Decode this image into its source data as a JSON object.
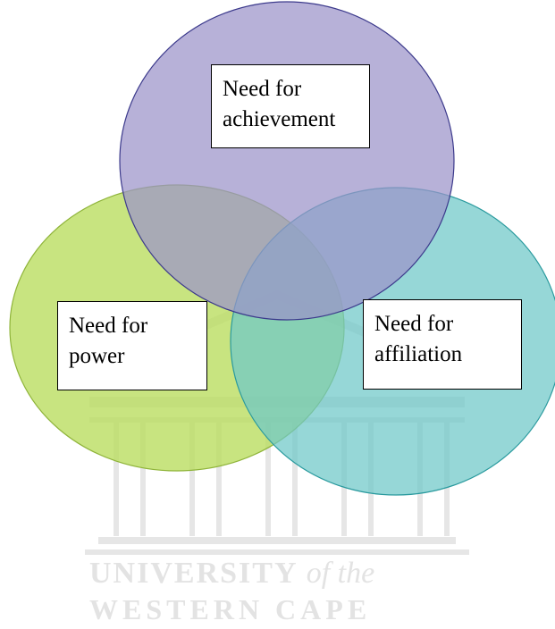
{
  "colors": {
    "achievement_fill": "#9b93c9",
    "achievement_stroke": "#3c3a8c",
    "power_fill": "#b9dc5c",
    "power_stroke": "#8fb43a",
    "affiliation_fill": "#6ec8c8",
    "affiliation_stroke": "#2a9a9e",
    "watermark": "#e3e3e3"
  },
  "circles": {
    "achievement": {
      "line1": "Need for",
      "line2": "achievement"
    },
    "power": {
      "line1": "Need for",
      "line2": "power"
    },
    "affiliation": {
      "line1": "Need for",
      "line2": "affiliation"
    }
  },
  "watermark": {
    "university": "UNIVERSITY",
    "of_the": "of the",
    "western_cape": "WESTERN CAPE"
  }
}
